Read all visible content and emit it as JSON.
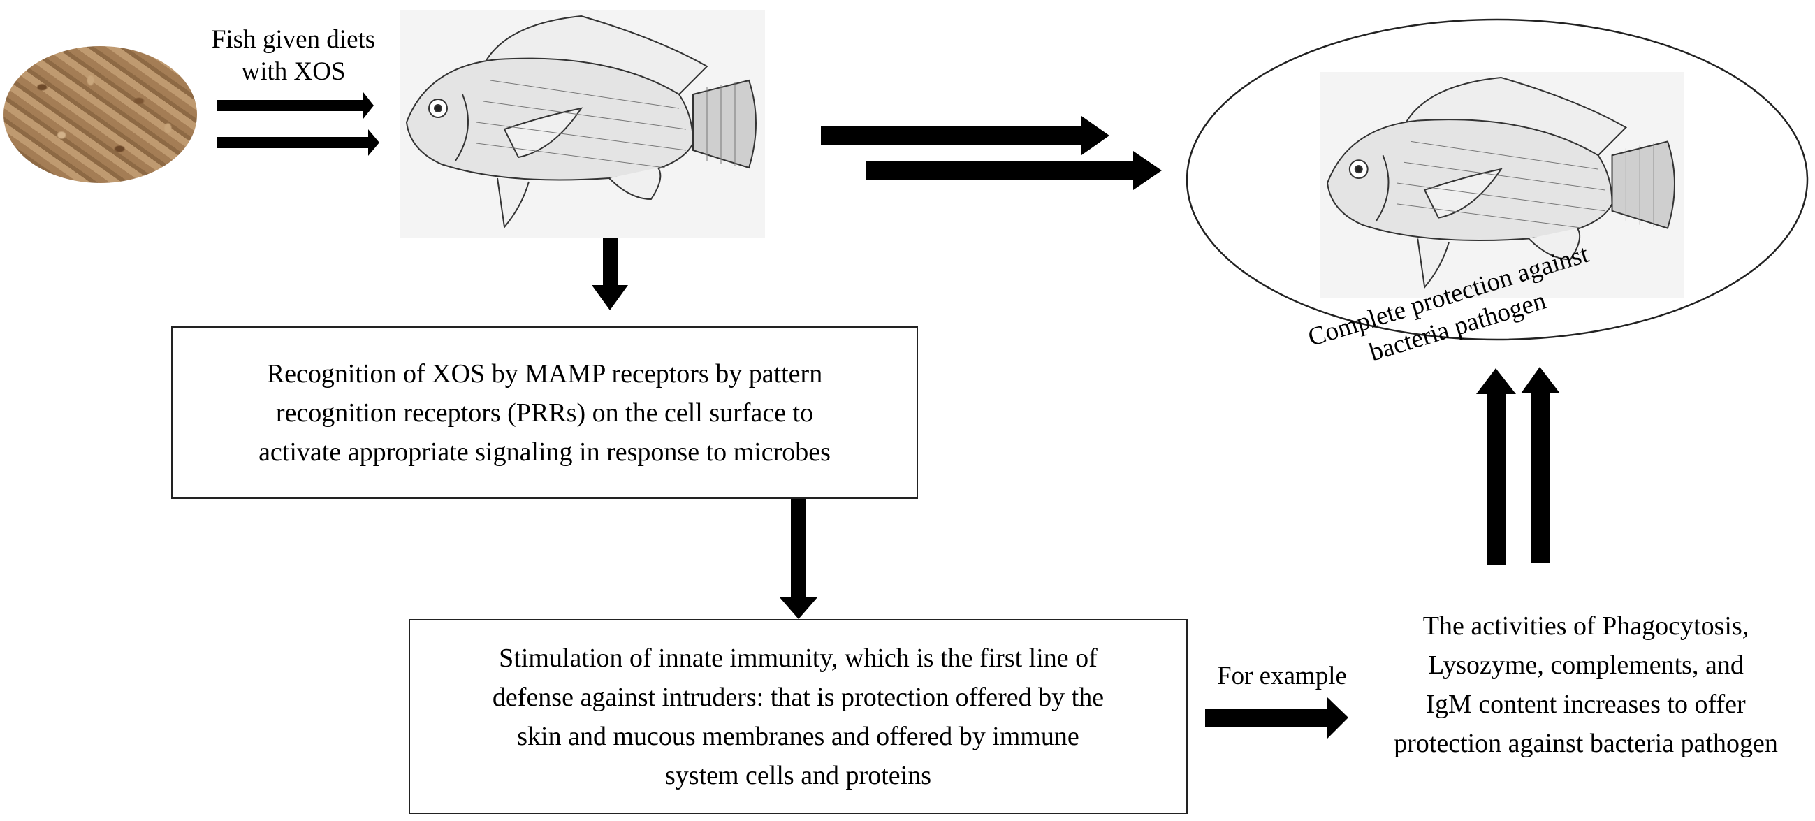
{
  "diagram": {
    "title_label": "Fish given diets with XOS",
    "title_lines": [
      "Fish given diets",
      "with XOS"
    ],
    "nodes": {
      "feed": {
        "name": "XOS feed pellets",
        "icon": "feed-pellets-image"
      },
      "fish_fed": {
        "name": "Fish (tilapia) fed XOS",
        "icon": "fish-illustration"
      },
      "recognition": {
        "lines": [
          "Recognition of XOS by MAMP receptors by pattern",
          "recognition receptors (PRRs) on the cell surface to",
          "activate appropriate signaling in response to microbes"
        ]
      },
      "innate_immunity": {
        "lines": [
          "Stimulation of innate immunity, which is the first line of",
          "defense against intruders: that is protection offered by the",
          "skin and mucous membranes and offered by immune",
          "system cells and proteins"
        ]
      },
      "example_label": "For example",
      "activities": {
        "lines": [
          "The activities of Phagocytosis,",
          "Lysozyme, complements, and",
          "IgM content increases to offer",
          "protection against bacteria pathogen"
        ]
      },
      "outcome": {
        "icon": "fish-illustration",
        "lines": [
          "Complete protection against",
          "bacteria pathogen"
        ]
      }
    },
    "edges": [
      {
        "from": "feed",
        "to": "fish_fed",
        "style": "double-arrow"
      },
      {
        "from": "fish_fed",
        "to": "outcome",
        "style": "double-arrow"
      },
      {
        "from": "fish_fed",
        "to": "recognition",
        "style": "arrow"
      },
      {
        "from": "recognition",
        "to": "innate_immunity",
        "style": "arrow"
      },
      {
        "from": "innate_immunity",
        "to": "activities",
        "style": "arrow",
        "label": "For example"
      },
      {
        "from": "activities",
        "to": "outcome",
        "style": "double-arrow"
      }
    ],
    "colors": {
      "arrow": "#000000",
      "box_border": "#222222",
      "fish_bg": "#f4f4f4",
      "pellet": "#a9825a"
    }
  }
}
